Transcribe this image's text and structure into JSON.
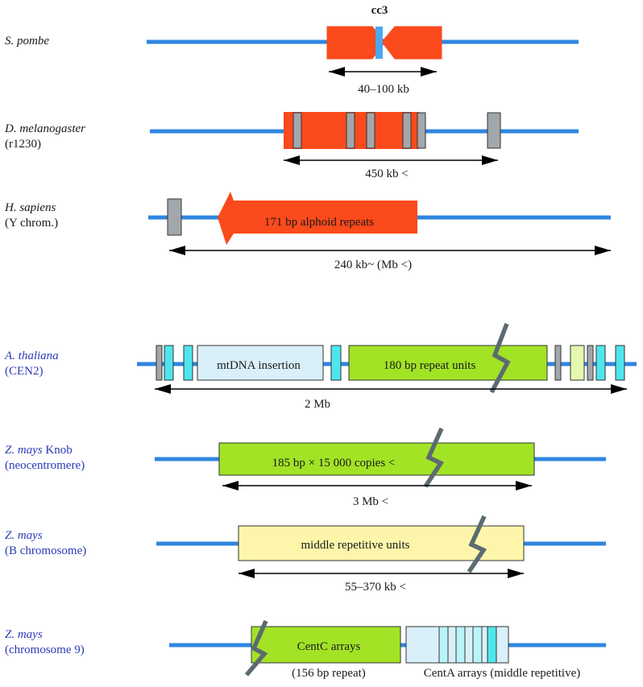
{
  "colors": {
    "chromosome_line": "#2f86e0",
    "repeat_red": "#fb4a1b",
    "grey_box": "#a2a7ab",
    "cyan_box": "#4ee6ec",
    "pale_blue_box": "#d9f0fb",
    "green_box": "#a2e326",
    "yellow_box": "#fdf6aa",
    "pale_green_box": "#e4f8b0",
    "break_mark": "#5c6b70",
    "black_label": "#1a1a1a",
    "blue_label": "#2a3ab8"
  },
  "rows": [
    {
      "species": "S. pombe",
      "region_label": "cc3",
      "span_label": "40–100 kb"
    },
    {
      "species": "D. melanogaster",
      "subtitle": "(r1230)",
      "span_label": "450 kb <"
    },
    {
      "species": "H. sapiens",
      "subtitle": "(Y chrom.)",
      "box_label": "171 bp alphoid repeats",
      "span_label": "240 kb~ (Mb <)"
    },
    {
      "species": "A. thaliana",
      "subtitle": "(CEN2)",
      "box_label_1": "mtDNA insertion",
      "box_label_2": "180 bp repeat units",
      "span_label": "2 Mb"
    },
    {
      "species": "Z. mays",
      "species_suffix": " Knob",
      "subtitle": "(neocentromere)",
      "box_label": "185 bp × 15 000 copies <",
      "span_label": "3 Mb <"
    },
    {
      "species": "Z. mays",
      "subtitle": "(B chromosome)",
      "box_label": "middle repetitive units",
      "span_label": "55–370 kb <"
    },
    {
      "species": "Z. mays",
      "subtitle": "(chromosome 9)",
      "box_label_1": "CentC arrays",
      "box_label_2": "(156 bp repeat)",
      "box_label_3": "CentA arrays (middle repetitive)"
    }
  ]
}
